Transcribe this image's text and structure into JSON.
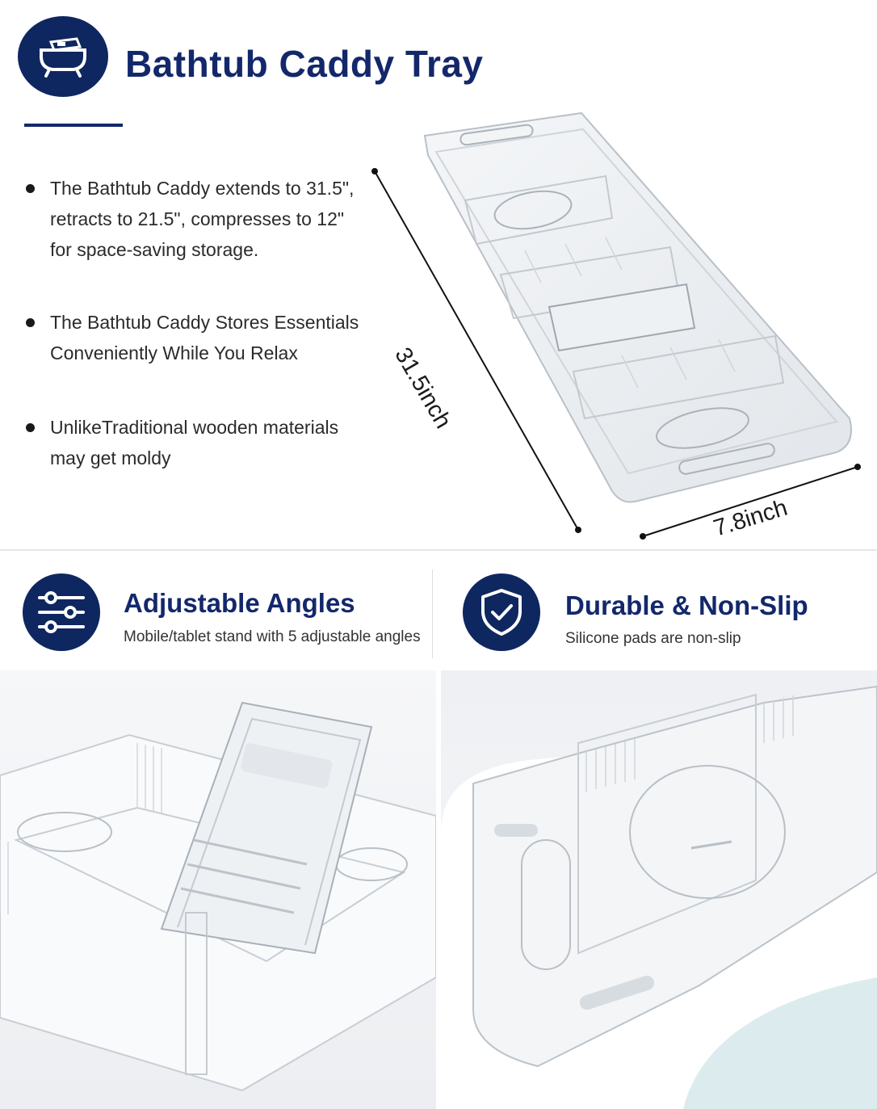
{
  "header": {
    "title": "Bathtub Caddy Tray",
    "icon": "bathtub-icon"
  },
  "bullets": [
    {
      "line1": "The Bathtub Caddy extends to 31.5\",",
      "line2": "retracts to 21.5\", compresses to 12\"",
      "line3": "for space-saving storage."
    },
    {
      "line1": "The Bathtub Caddy Stores Essentials",
      "line2": "Conveniently While You Relax",
      "line3": ""
    },
    {
      "line1": "UnlikeTraditional wooden materials",
      "line2": "may get moldy",
      "line3": ""
    }
  ],
  "dimensions": {
    "length": "31.5inch",
    "width": "7.8inch"
  },
  "features": [
    {
      "title": "Adjustable Angles",
      "subtitle": "Mobile/tablet stand with 5 adjustable angles",
      "icon": "sliders-icon"
    },
    {
      "title": "Durable & Non-Slip",
      "subtitle": "Silicone pads are non-slip",
      "icon": "shield-check-icon"
    }
  ],
  "colors": {
    "brand": "#13286b",
    "badge": "#0f2760"
  }
}
